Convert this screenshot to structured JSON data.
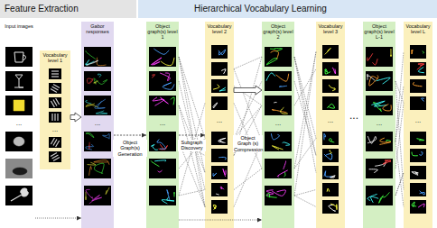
{
  "diagram": {
    "nodes": [
      {
        "text": [
          "Feature Extraction"
        ]
      },
      {
        "text": [
          "Hierarchical Vocabulary Learning"
        ]
      },
      {
        "text": [
          "Input images"
        ],
        "in": 0
      },
      {
        "text": [
          "Vocabulary level 1"
        ],
        "in": 0
      },
      {
        "text": [
          "Gabor responses"
        ],
        "in": 0
      },
      {
        "text": [
          "Object graph(s) level 1"
        ],
        "in": 1
      },
      {
        "text": [
          "Vocabulary level 2"
        ],
        "in": 1
      },
      {
        "text": [
          "Object graph(s) level 2"
        ],
        "in": 1
      },
      {
        "text": [
          "Vocabulary level 3"
        ],
        "in": 1
      },
      {
        "text": [
          "Object graph(s) level L-1"
        ],
        "in": 1
      },
      {
        "text": [
          "Vocabulary level L"
        ],
        "in": 1
      }
    ],
    "edges": [
      {
        "from": 2,
        "to": 4,
        "arrow": "to"
      },
      {
        "from": 3,
        "to": 4,
        "arrow": "to"
      },
      {
        "from": 4,
        "to": 5,
        "arrow": "to",
        "label": "Object Graph(s) Generation"
      },
      {
        "from": 5,
        "to": 6,
        "arrow": "to",
        "label": "Subgraph Discovery"
      },
      {
        "from": 6,
        "to": 7,
        "arrow": "to",
        "label": "Object Graph (s) Compression"
      },
      {
        "from": 5,
        "to": 7,
        "arrow": "to"
      }
    ],
    "labels": [
      "...",
      "...",
      "...",
      "...",
      "...",
      "...",
      "...",
      "...",
      "...",
      "..."
    ]
  }
}
